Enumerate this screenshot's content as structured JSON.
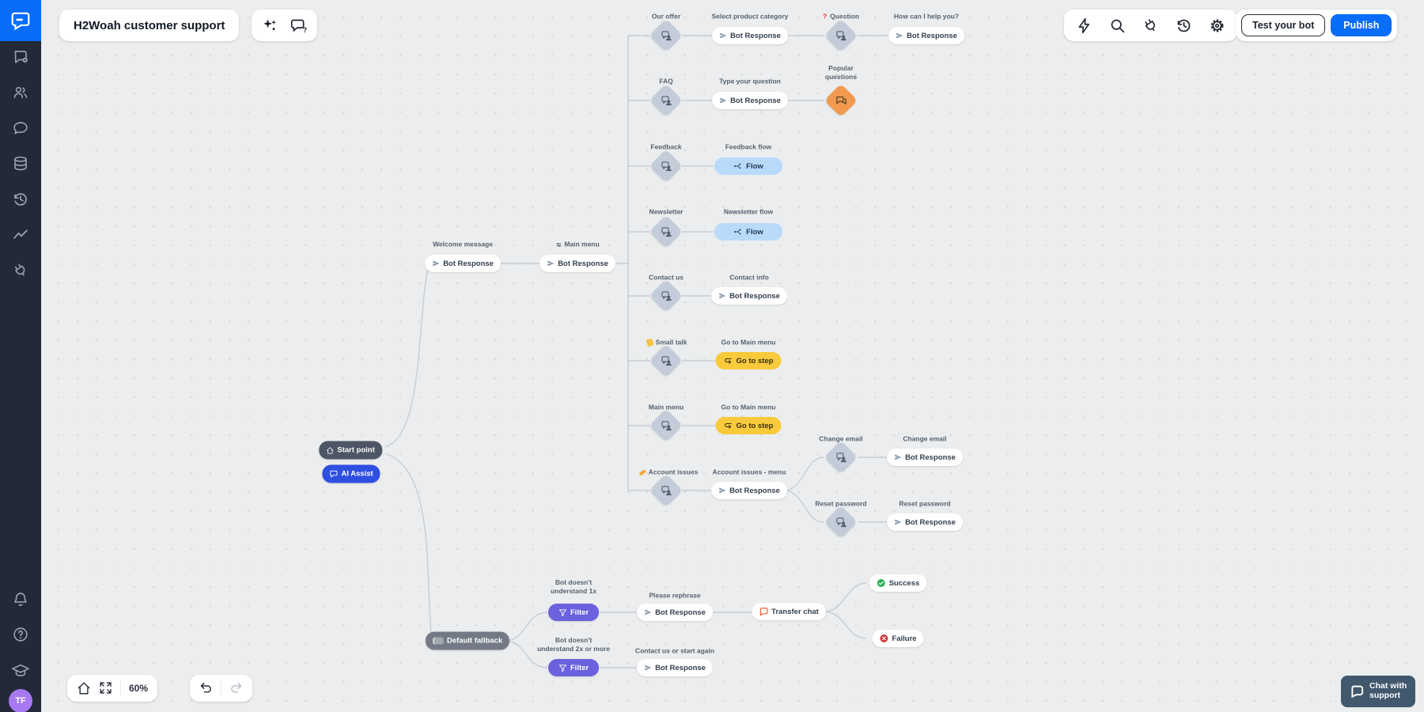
{
  "topbar": {
    "title": "H2Woah customer support",
    "test_button_label": "Test your bot",
    "publish_button_label": "Publish"
  },
  "canvas_controls": {
    "zoom_level": "60%"
  },
  "sidebar": {
    "avatar_initials": "TF"
  },
  "support_button": {
    "line1": "Chat with",
    "line2": "support"
  },
  "icons": {
    "topbar_left": [
      "sparkles-icon",
      "chat-question-icon"
    ],
    "topbar_right": [
      "lightning-icon",
      "search-icon",
      "plug-icon",
      "history-icon",
      "gear-icon"
    ],
    "sidebar": [
      "chatbot-logo",
      "chat-add-icon",
      "users-icon",
      "chat-bubble-icon",
      "database-icon",
      "history-icon",
      "trend-icon",
      "plug-icon",
      "bell-icon",
      "help-icon",
      "graduation-cap-icon"
    ],
    "canvas_controls": [
      "home-icon",
      "expand-icon",
      "undo-icon",
      "redo-icon"
    ]
  },
  "flow": {
    "start_point": {
      "label": "Start point"
    },
    "ai_assist": {
      "label": "AI Assist"
    },
    "welcome": {
      "title": "Welcome message",
      "type": "Bot Response"
    },
    "main_menu": {
      "title": "Main menu",
      "type": "Bot Response"
    },
    "our_offer": {
      "title": "Our offer"
    },
    "select_product": {
      "title": "Select product category",
      "type": "Bot Response"
    },
    "question": {
      "prefix": "?",
      "title": "Question"
    },
    "how_help": {
      "title": "How can I help you?",
      "type": "Bot Response"
    },
    "faq": {
      "title": "FAQ"
    },
    "type_question": {
      "title": "Type your question",
      "type": "Bot Response"
    },
    "popular_questions": {
      "line1": "Popular",
      "line2": "questions"
    },
    "feedback": {
      "title": "Feedback"
    },
    "feedback_flow": {
      "title": "Feedback flow",
      "type": "Flow"
    },
    "newsletter": {
      "title": "Newsletter"
    },
    "newsletter_flow": {
      "title": "Newsletter flow",
      "type": "Flow"
    },
    "contact_us": {
      "title": "Contact us"
    },
    "contact_info": {
      "title": "Contact info",
      "type": "Bot Response"
    },
    "small_talk": {
      "title": "Small talk"
    },
    "goto_main_menu_1": {
      "title": "Go to Main menu",
      "type": "Go to step"
    },
    "main_menu_option": {
      "title": "Main menu"
    },
    "goto_main_menu_2": {
      "title": "Go to Main menu",
      "type": "Go to step"
    },
    "account_issues": {
      "title": "Account issues"
    },
    "account_issues_menu": {
      "title": "Account issues - menu",
      "type": "Bot Response"
    },
    "change_email": {
      "title": "Change email"
    },
    "change_email_response": {
      "title": "Change email",
      "type": "Bot Response"
    },
    "reset_password": {
      "title": "Reset password"
    },
    "reset_password_response": {
      "title": "Reset password",
      "type": "Bot Response"
    },
    "default_fallback": {
      "label": "Default fallback"
    },
    "filter_1": {
      "line1": "Bot doesn't",
      "line2": "understand 1x",
      "type": "Filter"
    },
    "please_rephrase": {
      "title": "Please rephrase",
      "type": "Bot Response"
    },
    "transfer_chat": {
      "label": "Transfer chat"
    },
    "success": {
      "label": "Success"
    },
    "failure": {
      "label": "Failure"
    },
    "filter_2": {
      "line1": "Bot doesn't",
      "line2": "understand 2x or more",
      "type": "Filter"
    },
    "contact_or_restart": {
      "title": "Contact us or start again",
      "type": "Bot Response"
    }
  },
  "colors": {
    "accent_blue": "#0a6cfb",
    "ai_assist_blue": "#2f4fe0",
    "filter_purple": "#6b61de",
    "goto_yellow": "#f8ca3c",
    "flow_light_blue": "#badafb",
    "diamond_gray": "#c3ccd8",
    "diamond_orange": "#f19a50",
    "success_green": "#2cb257",
    "failure_red": "#d13b3b",
    "transfer_orange": "#ed6a33",
    "start_dark": "#4d5665",
    "fallback_gray": "#747a85",
    "sidebar_dark": "#232936",
    "avatar_purple": "#a678f2",
    "support_slate": "#41586d",
    "canvas_bg": "#ebedee",
    "edge_gray": "#c8cdd5"
  }
}
